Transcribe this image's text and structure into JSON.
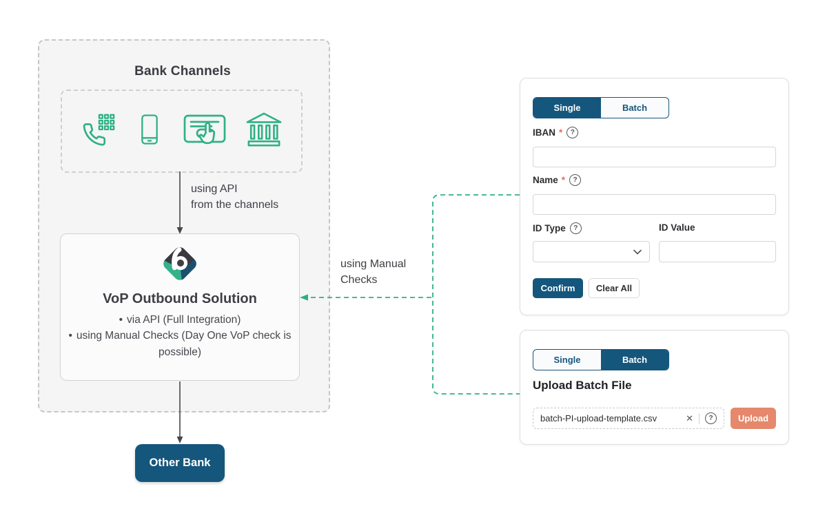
{
  "colors": {
    "navy": "#15567C",
    "teal": "#2FAE86",
    "salmon": "#E5886B",
    "dark_text": "#3E3E44",
    "required": "#EC6A52"
  },
  "diagram": {
    "bank_channels_title": "Bank Channels",
    "channel_icons": [
      "phone-keypad",
      "smartphone",
      "online-banking",
      "bank-branch"
    ],
    "api_arrow_label": [
      "using API",
      "from the channels"
    ],
    "vop": {
      "title": "VoP Outbound Solution",
      "bullet_marker": "•",
      "bullets": [
        "via API (Full Integration)",
        "using Manual Checks (Day One VoP check is possible)"
      ]
    },
    "manual_checks_label": [
      "using Manual",
      "Checks"
    ],
    "other_bank": "Other Bank"
  },
  "single_form": {
    "tabs": [
      {
        "label": "Single",
        "active": true
      },
      {
        "label": "Batch",
        "active": false
      }
    ],
    "required_marker": "*",
    "help_symbol": "?",
    "iban_label": "IBAN",
    "iban_value": "",
    "name_label": "Name",
    "name_value": "",
    "id_type_label": "ID Type",
    "id_type_value": "",
    "id_value_label": "ID Value",
    "id_value_value": "",
    "confirm_label": "Confirm",
    "clear_label": "Clear All"
  },
  "batch_form": {
    "tabs": [
      {
        "label": "Single",
        "active": false
      },
      {
        "label": "Batch",
        "active": true
      }
    ],
    "heading": "Upload Batch File",
    "file_name": "batch-PI-upload-template.csv",
    "clear_symbol": "✕",
    "help_symbol": "?",
    "upload_label": "Upload"
  }
}
